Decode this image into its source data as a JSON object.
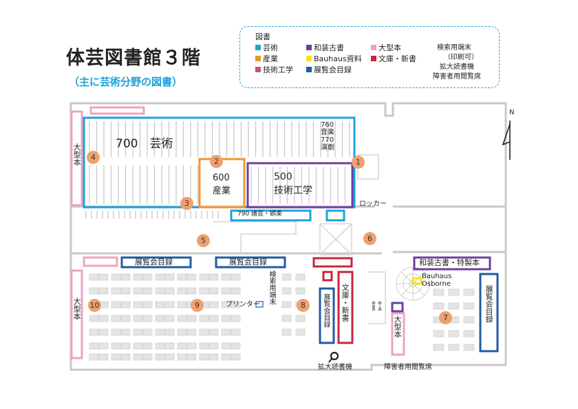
{
  "header": {
    "title": "体芸図書館３階",
    "subtitle": "（主に芸術分野の図書）"
  },
  "legend": {
    "heading": "図書",
    "items": [
      {
        "label": "芸術",
        "color": "#1aa3d9"
      },
      {
        "label": "産業",
        "color": "#f0962c"
      },
      {
        "label": "技術工学",
        "color": "#c2557f"
      },
      {
        "label": "和装古書",
        "color": "#6b3fa0"
      },
      {
        "label": "Bauhaus資料",
        "color": "#f5e21a"
      },
      {
        "label": "展覧会目録",
        "color": "#1f5aa6"
      },
      {
        "label": "大型本",
        "color": "#eda3c3"
      },
      {
        "label": "文庫・新書",
        "color": "#c8243f"
      }
    ],
    "notes": [
      "検索用端末",
      "（印刷可）",
      "拡大読書機",
      "障害者用閲覧席"
    ]
  },
  "sections": {
    "art": "700　芸術",
    "music": "760\n音楽\n770\n演劇",
    "industry_num": "600",
    "industry": "産業",
    "tech_num": "500",
    "tech": "技術工学",
    "sports": "790 諸芸・娯楽",
    "locker": "ロッカー",
    "large_books_left_top": "大型本",
    "large_books_left_bottom": "大型本",
    "large_books_right": "大型本",
    "exhibition_1": "展覧会目録",
    "exhibition_2": "展覧会目録",
    "exhibition_vertical_1": "展覧会目録",
    "exhibition_vertical_2": "展覧会目録",
    "bunko": "文庫・新書",
    "wasou": "和装古書・特製本",
    "bauhaus": "Bauhaus\nOsborne",
    "search_terminal": "検索用端末",
    "printer": "プリンター",
    "magnifier": "拡大読書機",
    "accessible_seats": "障害者用閲覧席",
    "north": "N"
  },
  "markers": [
    "1",
    "2",
    "3",
    "4",
    "5",
    "6",
    "7",
    "8",
    "9",
    "10"
  ]
}
